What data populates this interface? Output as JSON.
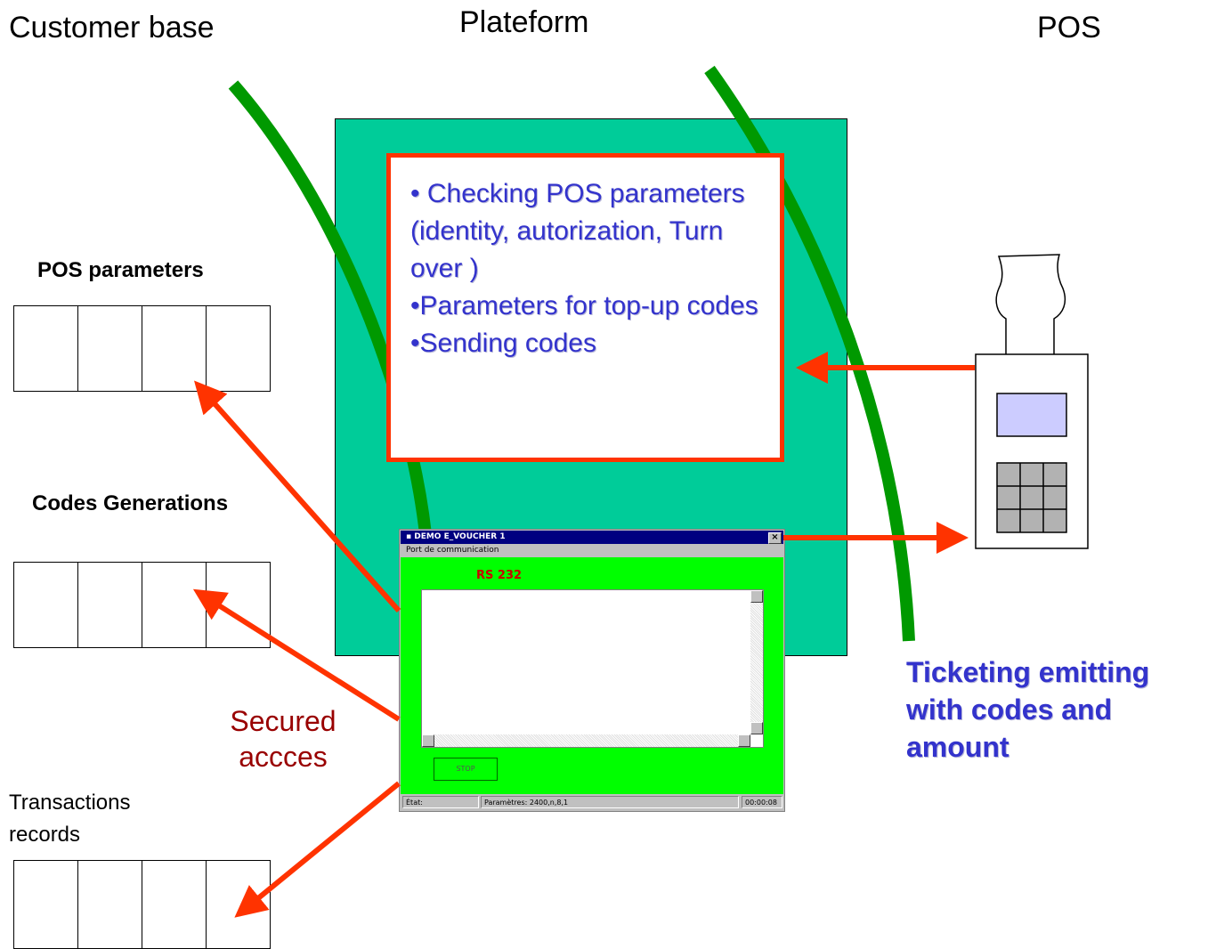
{
  "headers": {
    "customer_base": "Customer base",
    "plateform": "Plateform",
    "pos": "POS"
  },
  "left_labels": {
    "pos_parameters": "POS parameters",
    "codes_generations": "Codes Generations",
    "transactions_records": "Transactions records"
  },
  "platform_box": {
    "line1": "• Checking POS parameters (identity, autorization, Turn over )",
    "line2": "•Parameters for  top-up codes",
    "line3": "•Sending codes"
  },
  "secured_access": "Secured accces",
  "ticketing": "Ticketing emitting with codes and amount",
  "dialog": {
    "title": "DEMO E_VOUCHER 1",
    "menu": "Port de communication",
    "rs": "RS 232",
    "stop": "STOP",
    "status_state": "État:",
    "status_params": "Paramètres: 2400,n,8,1",
    "status_time": "00:00:08"
  },
  "colors": {
    "platform": "#00cc99",
    "arrow": "#ff3300",
    "curve": "#009900",
    "text_blue": "#3333cc",
    "secured": "#990000",
    "dialog_green": "#00ff00"
  }
}
